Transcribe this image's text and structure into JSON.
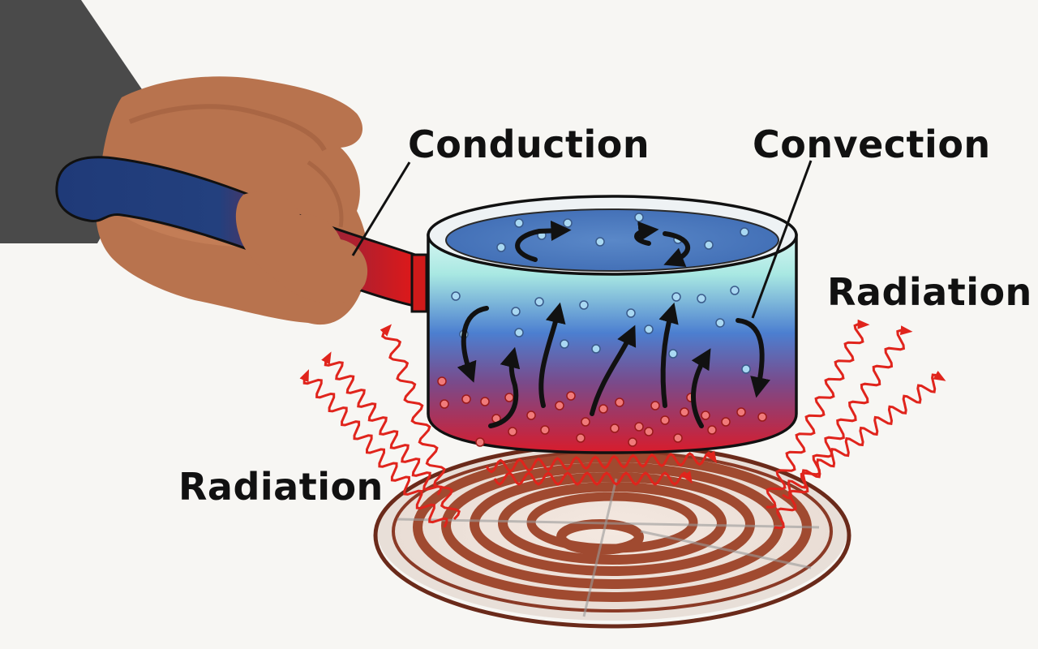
{
  "labels": {
    "conduction": "Conduction",
    "convection": "Convection",
    "radiation_right": "Radiation",
    "radiation_left": "Radiation"
  },
  "colors": {
    "background": "#f7f6f3",
    "handle_cool": "#1f3a78",
    "handle_hot": "#e01818",
    "water_top": "#4f7cc0",
    "water_middle": "#a8e8e2",
    "water_bottom": "#d81c2c",
    "radiation_wave": "#e0241c",
    "coil": "#a04a30",
    "skin": "#b8734e",
    "sleeve": "#4a4a4a",
    "arrow": "#111111"
  }
}
